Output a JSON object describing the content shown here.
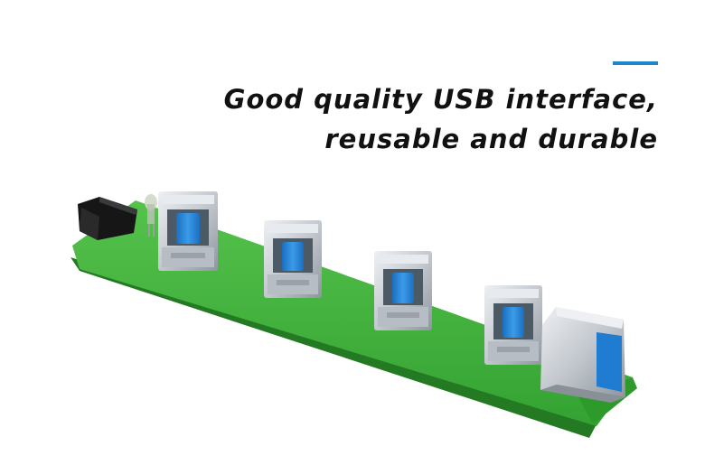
{
  "headline": {
    "line1": "Good quality USB interface,",
    "line2": "reusable and durable"
  },
  "colors": {
    "accent": "#1f86c8",
    "pcb": "#3fb03a",
    "pcb_dark": "#2a8a28",
    "usb_tongue": "#2f8fdc",
    "metal": "#c9cdd2"
  },
  "icons": {
    "board": "usb-hub-pcb-image",
    "ports": "usb-port-icon"
  }
}
